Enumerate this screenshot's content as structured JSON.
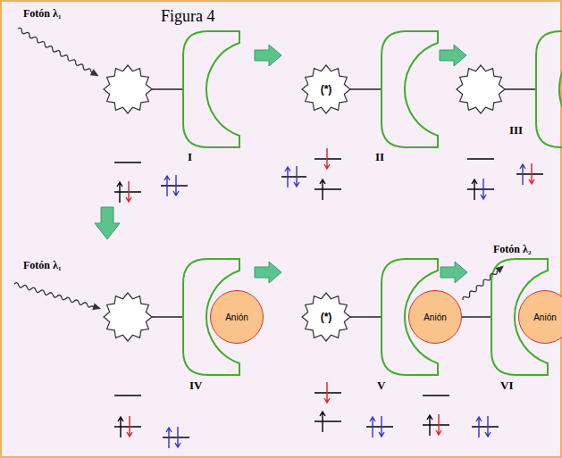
{
  "diagram": {
    "title": "Figura 4",
    "nodes": [
      {
        "text": [
          "(*)"
        ]
      },
      {
        "text": [
          "Anión"
        ]
      },
      {
        "text": [
          "(*)"
        ]
      },
      {
        "text": [
          "Anión"
        ]
      },
      {
        "text": [
          "Anión"
        ]
      }
    ],
    "labels": [
      "Fotón λ₁",
      "I",
      "II",
      "III",
      "Fotón λ₁",
      "IV",
      "V",
      "Fotón λ₂",
      "VI"
    ]
  }
}
